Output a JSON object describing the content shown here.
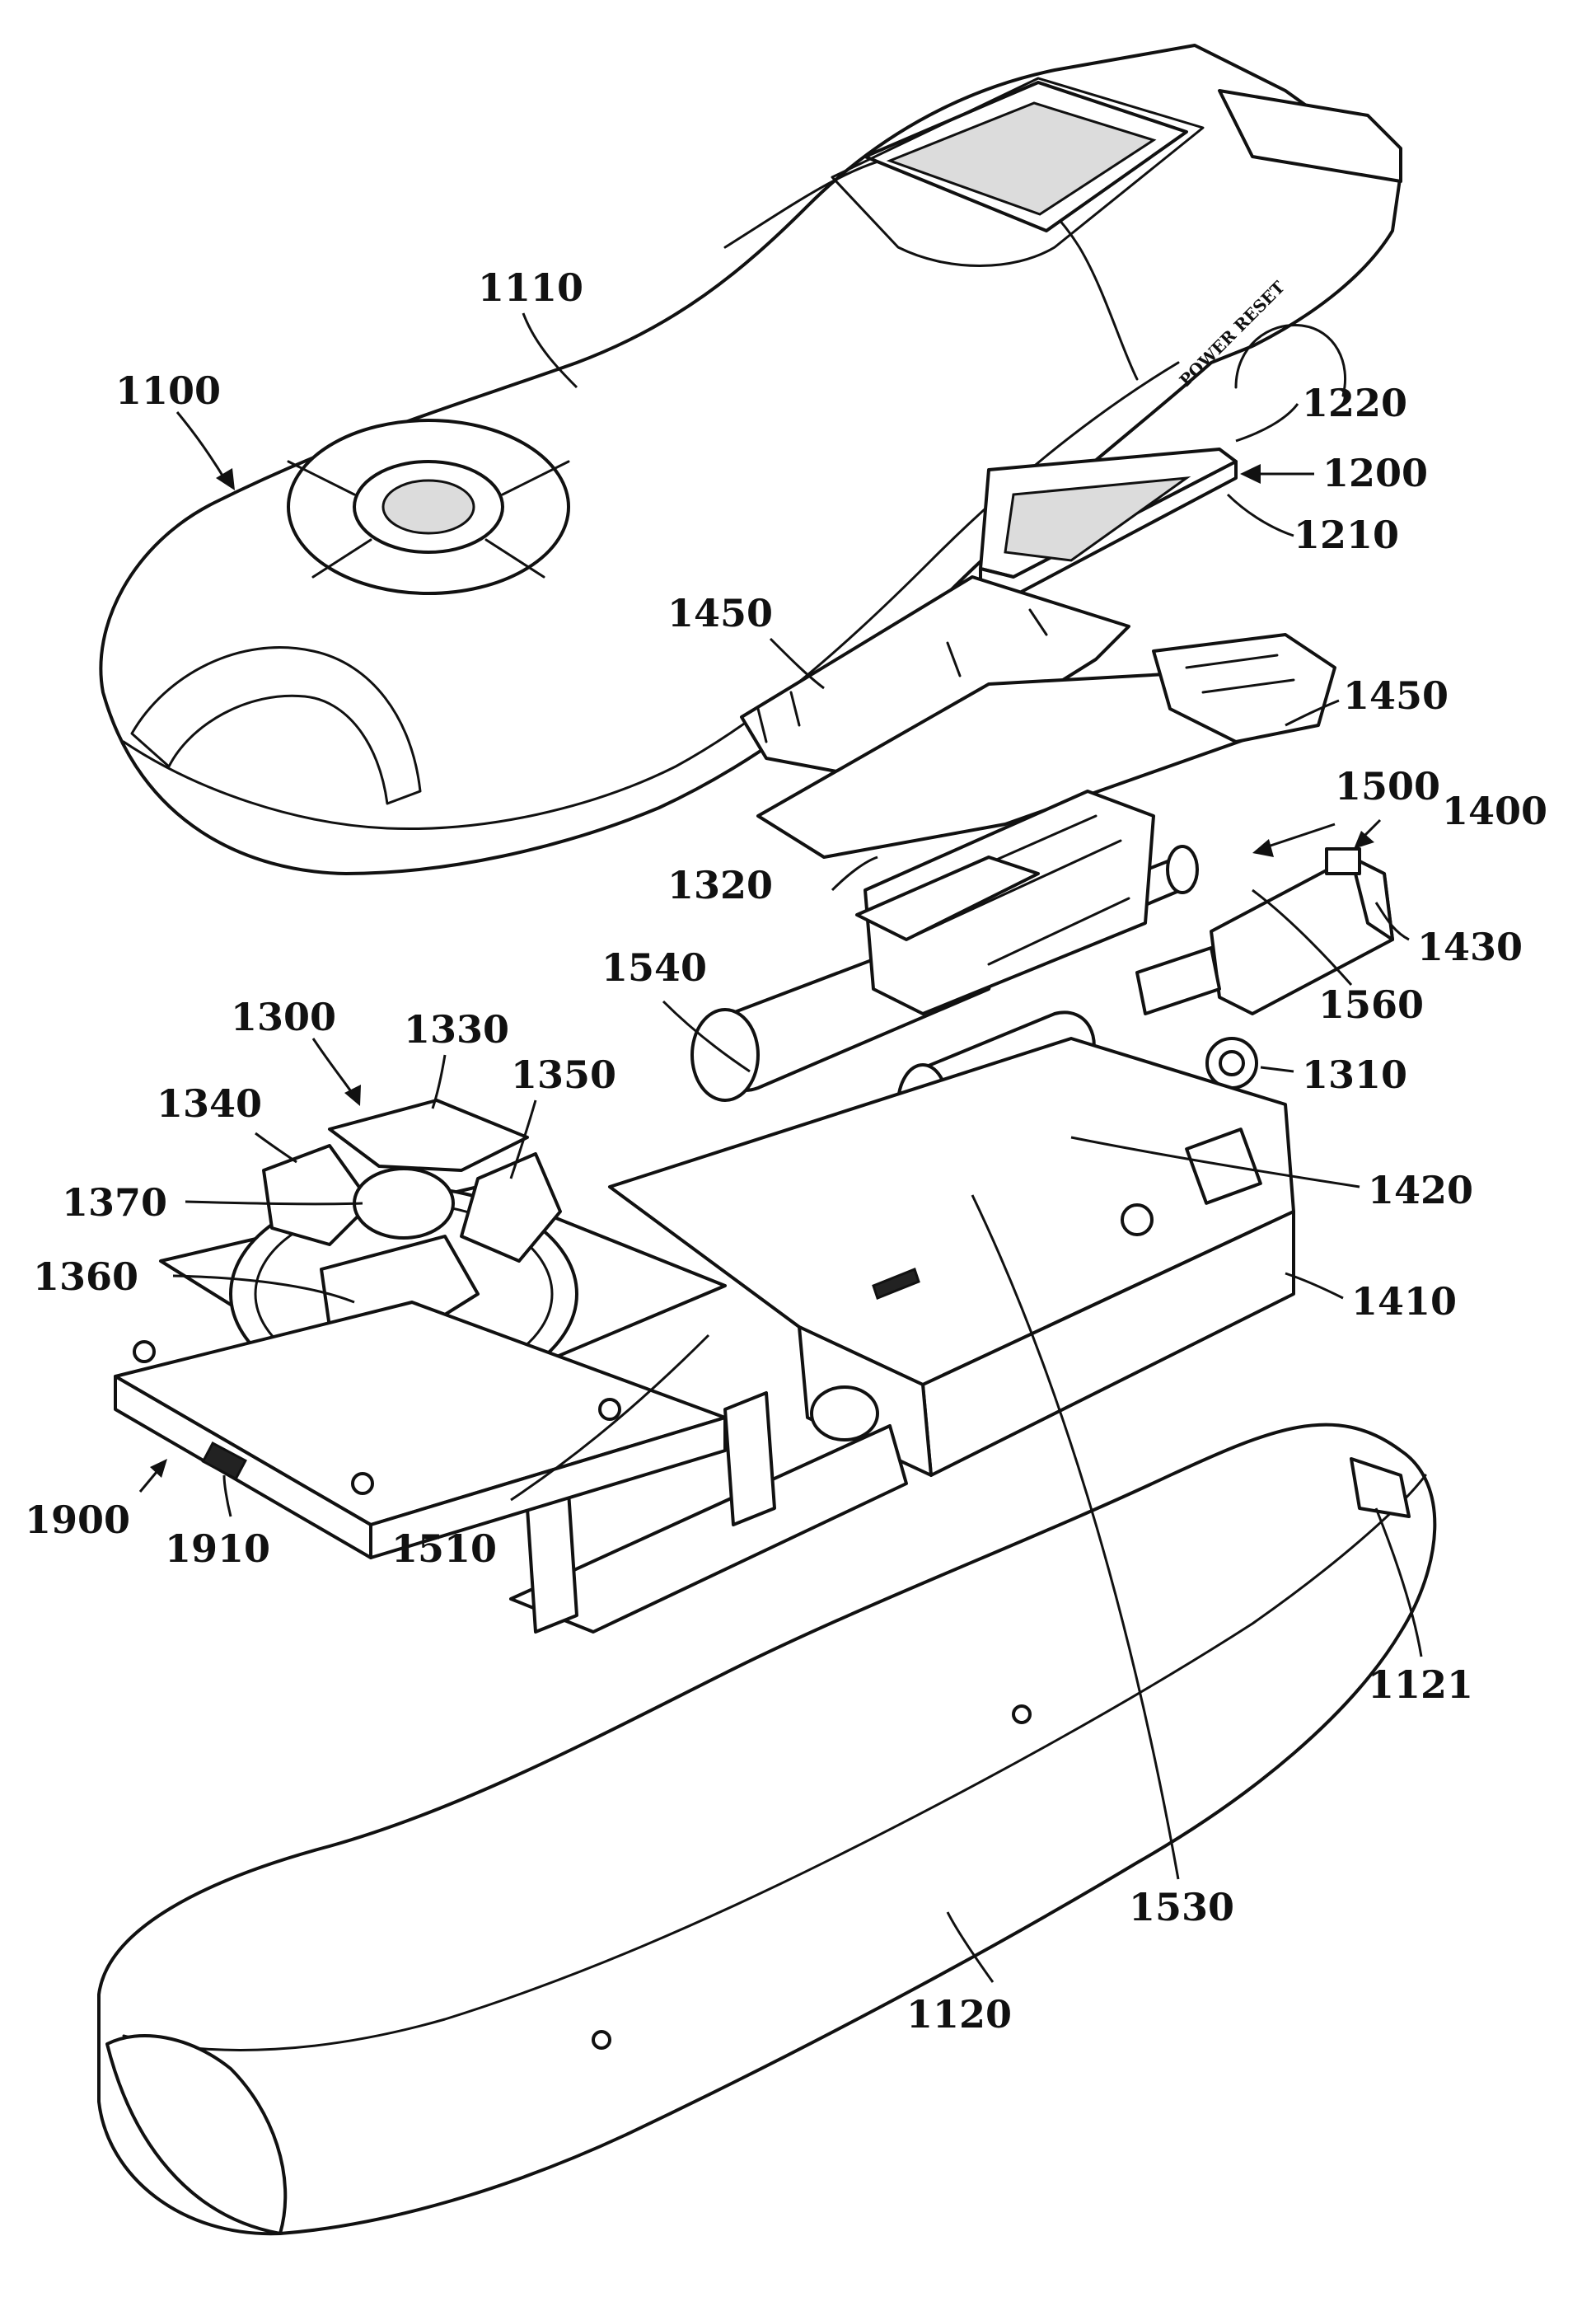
{
  "reference_numerals": {
    "r1100": "1100",
    "r1110": "1110",
    "r1120": "1120",
    "r1121": "1121",
    "r1200": "1200",
    "r1210": "1210",
    "r1220": "1220",
    "r1300": "1300",
    "r1310": "1310",
    "r1320": "1320",
    "r1330": "1330",
    "r1340": "1340",
    "r1350": "1350",
    "r1360": "1360",
    "r1370": "1370",
    "r1400": "1400",
    "r1410": "1410",
    "r1420": "1420",
    "r1430": "1430",
    "r1450a": "1450",
    "r1450b": "1450",
    "r1500": "1500",
    "r1510": "1510",
    "r1530": "1530",
    "r1540": "1540",
    "r1560": "1560",
    "r1900": "1900",
    "r1910": "1910"
  },
  "embossed_text": {
    "housing_arc": "POWER RESET"
  },
  "colors": {
    "line": "#111111",
    "background": "#ffffff"
  }
}
